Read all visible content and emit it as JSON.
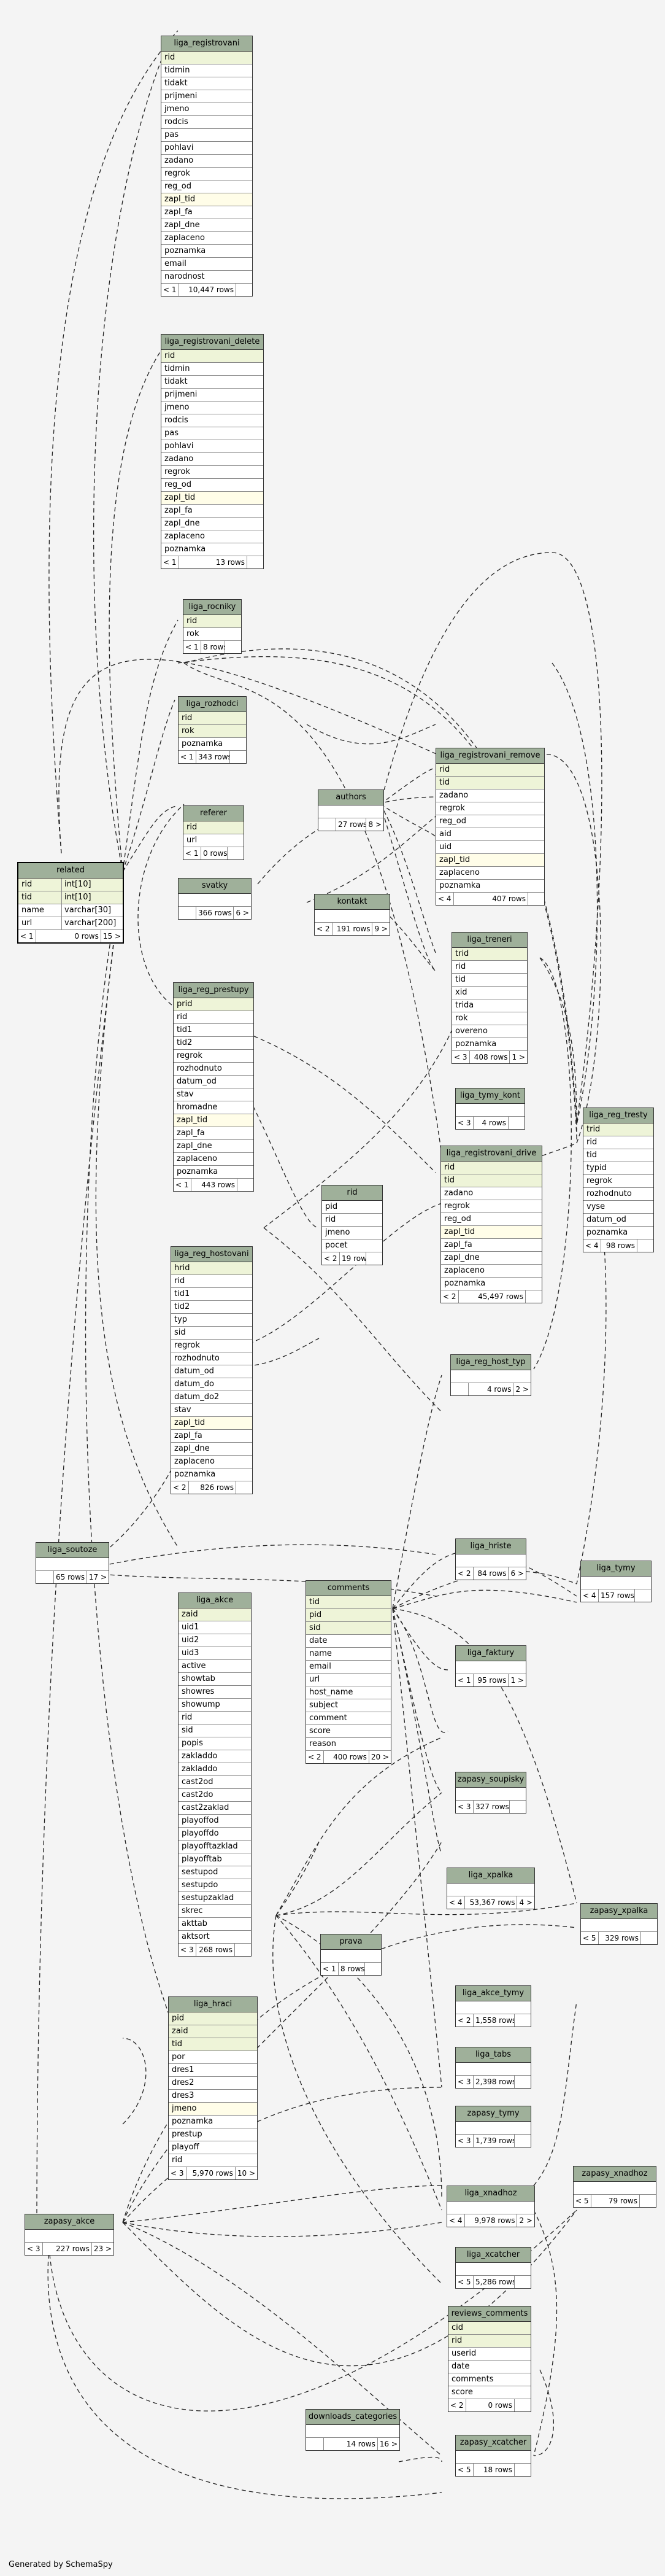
{
  "footer": "Generated by SchemaSpy",
  "tables": [
    {
      "id": "liga_registrovani",
      "name": "liga_registrovani",
      "columns": [
        "rid",
        "tidmin",
        "tidakt",
        "prijmeni",
        "jmeno",
        "rodcis",
        "pas",
        "pohlavi",
        "zadano",
        "regrok",
        "reg_od",
        "zapl_tid",
        "zapl_fa",
        "zapl_dne",
        "zaplaceno",
        "poznamka",
        "email",
        "narodnost"
      ],
      "footer": [
        "< 1",
        "10,447 rows",
        ""
      ]
    },
    {
      "id": "liga_registrovani_delete",
      "name": "liga_registrovani_delete",
      "columns": [
        "rid",
        "tidmin",
        "tidakt",
        "prijmeni",
        "jmeno",
        "rodcis",
        "pas",
        "pohlavi",
        "zadano",
        "regrok",
        "reg_od",
        "zapl_tid",
        "zapl_fa",
        "zapl_dne",
        "zaplaceno",
        "poznamka"
      ],
      "footer": [
        "< 1",
        "13 rows",
        ""
      ]
    },
    {
      "id": "liga_rocniky",
      "name": "liga_rocniky",
      "columns": [
        "rid",
        "rok"
      ],
      "footer": [
        "< 1",
        "8 rows",
        ""
      ]
    },
    {
      "id": "liga_rozhodci",
      "name": "liga_rozhodci",
      "columns": [
        "rid",
        "rok",
        "poznamka"
      ],
      "footer": [
        "< 1",
        "343 rows",
        ""
      ]
    },
    {
      "id": "referer",
      "name": "referer",
      "columns": [
        "rid",
        "url"
      ],
      "footer": [
        "< 1",
        "0 rows",
        ""
      ]
    },
    {
      "id": "related",
      "name": "related",
      "columns": [
        [
          "rid",
          "int[10]"
        ],
        [
          "tid",
          "int[10]"
        ],
        [
          "name",
          "varchar[30]"
        ],
        [
          "url",
          "varchar[200]"
        ]
      ],
      "footer": [
        "< 1",
        "0 rows",
        "15 >"
      ]
    },
    {
      "id": "svatky",
      "name": "svatky",
      "columns": [],
      "footer": [
        "",
        "366 rows",
        "6 >"
      ]
    },
    {
      "id": "authors",
      "name": "authors",
      "columns": [],
      "footer": [
        "",
        "27 rows",
        "8 >"
      ]
    },
    {
      "id": "kontakt",
      "name": "kontakt",
      "columns": [],
      "footer": [
        "< 2",
        "191 rows",
        "9 >"
      ]
    },
    {
      "id": "liga_registrovani_remove",
      "name": "liga_registrovani_remove",
      "columns": [
        "rid",
        "tid",
        "zadano",
        "regrok",
        "reg_od",
        "aid",
        "uid",
        "zapl_tid",
        "zaplaceno",
        "poznamka"
      ],
      "footer": [
        "< 4",
        "407 rows",
        ""
      ]
    },
    {
      "id": "liga_treneri",
      "name": "liga_treneri",
      "columns": [
        "trid",
        "rid",
        "tid",
        "xid",
        "trida",
        "rok",
        "overeno",
        "poznamka"
      ],
      "footer": [
        "< 3",
        "408 rows",
        "1 >"
      ]
    },
    {
      "id": "liga_reg_prestupy",
      "name": "liga_reg_prestupy",
      "columns": [
        "prid",
        "rid",
        "tid1",
        "tid2",
        "regrok",
        "rozhodnuto",
        "datum_od",
        "stav",
        "hromadne",
        "zapl_tid",
        "zapl_fa",
        "zapl_dne",
        "zaplaceno",
        "poznamka"
      ],
      "footer": [
        "< 1",
        "443 rows",
        ""
      ]
    },
    {
      "id": "liga_tymy_kont",
      "name": "liga_tymy_kont",
      "columns": [],
      "footer": [
        "< 3",
        "4 rows",
        ""
      ]
    },
    {
      "id": "liga_reg_tresty",
      "name": "liga_reg_tresty",
      "columns": [
        "trid",
        "rid",
        "tid",
        "typid",
        "regrok",
        "rozhodnuto",
        "vyse",
        "datum_od",
        "poznamka"
      ],
      "footer": [
        "< 4",
        "98 rows",
        ""
      ]
    },
    {
      "id": "liga_registrovani_drive",
      "name": "liga_registrovani_drive",
      "columns": [
        "rid",
        "tid",
        "zadano",
        "regrok",
        "reg_od",
        "zapl_tid",
        "zapl_fa",
        "zapl_dne",
        "zaplaceno",
        "poznamka"
      ],
      "footer": [
        "< 2",
        "45,497 rows",
        ""
      ]
    },
    {
      "id": "rid",
      "name": "rid",
      "columns": [
        "pid",
        "rid",
        "jmeno",
        "pocet"
      ],
      "footer": [
        "< 2",
        "19 rows",
        ""
      ]
    },
    {
      "id": "liga_reg_hostovani",
      "name": "liga_reg_hostovani",
      "columns": [
        "hrid",
        "rid",
        "tid1",
        "tid2",
        "typ",
        "sid",
        "regrok",
        "rozhodnuto",
        "datum_od",
        "datum_do",
        "datum_do2",
        "stav",
        "zapl_tid",
        "zapl_fa",
        "zapl_dne",
        "zaplaceno",
        "poznamka"
      ],
      "footer": [
        "< 2",
        "826 rows",
        ""
      ]
    },
    {
      "id": "liga_reg_host_typ",
      "name": "liga_reg_host_typ",
      "columns": [],
      "footer": [
        "",
        "4 rows",
        "2 >"
      ]
    },
    {
      "id": "liga_soutoze",
      "name": "liga_soutoze",
      "columns": [],
      "footer": [
        "",
        "65 rows",
        "17 >"
      ]
    },
    {
      "id": "liga_hriste",
      "name": "liga_hriste",
      "columns": [],
      "footer": [
        "< 2",
        "84 rows",
        "6 >"
      ]
    },
    {
      "id": "liga_tymy",
      "name": "liga_tymy",
      "columns": [],
      "footer": [
        "< 4",
        "157 rows",
        ""
      ]
    },
    {
      "id": "liga_akce",
      "name": "liga_akce",
      "columns": [
        "zaid",
        "uid1",
        "uid2",
        "uid3",
        "active",
        "showtab",
        "showres",
        "showump",
        "rid",
        "sid",
        "popis",
        "zakladdo",
        "zakladdo",
        "cast2od",
        "cast2do",
        "cast2zaklad",
        "playoffod",
        "playoffdo",
        "playofftazklad",
        "playofftab",
        "sestupod",
        "sestupdo",
        "sestupzaklad",
        "skrec",
        "akttab",
        "aktsort"
      ],
      "footer": [
        "< 3",
        "268 rows",
        ""
      ]
    },
    {
      "id": "comments",
      "name": "comments",
      "columns": [
        "tid",
        "pid",
        "sid",
        "date",
        "name",
        "email",
        "url",
        "host_name",
        "subject",
        "comment",
        "score",
        "reason"
      ],
      "footer": [
        "< 2",
        "400 rows",
        "20 >"
      ]
    },
    {
      "id": "liga_faktury",
      "name": "liga_faktury",
      "columns": [],
      "footer": [
        "< 1",
        "95 rows",
        "1 >"
      ]
    },
    {
      "id": "zapasy_soupisky",
      "name": "zapasy_soupisky",
      "columns": [],
      "footer": [
        "< 3",
        "327 rows",
        ""
      ]
    },
    {
      "id": "liga_xpalka",
      "name": "liga_xpalka",
      "columns": [],
      "footer": [
        "< 4",
        "53,367 rows",
        "4 >"
      ]
    },
    {
      "id": "zapasy_xpalka",
      "name": "zapasy_xpalka",
      "columns": [],
      "footer": [
        "< 5",
        "329 rows",
        ""
      ]
    },
    {
      "id": "prava",
      "name": "prava",
      "columns": [],
      "footer": [
        "< 1",
        "8 rows",
        ""
      ]
    },
    {
      "id": "liga_hraci",
      "name": "liga_hraci",
      "columns": [
        "pid",
        "zaid",
        "tid",
        "por",
        "dres1",
        "dres2",
        "dres3",
        "jmeno",
        "poznamka",
        "prestup",
        "playoff",
        "rid"
      ],
      "footer": [
        "< 3",
        "5,970 rows",
        "10 >"
      ]
    },
    {
      "id": "liga_akce_tymy",
      "name": "liga_akce_tymy",
      "columns": [],
      "footer": [
        "< 2",
        "1,558 rows",
        ""
      ]
    },
    {
      "id": "liga_tabs",
      "name": "liga_tabs",
      "columns": [],
      "footer": [
        "< 3",
        "2,398 rows",
        ""
      ]
    },
    {
      "id": "zapasy_tymy",
      "name": "zapasy_tymy",
      "columns": [],
      "footer": [
        "< 3",
        "1,739 rows",
        ""
      ]
    },
    {
      "id": "zapasy_xnadhoz",
      "name": "zapasy_xnadhoz",
      "columns": [],
      "footer": [
        "< 5",
        "79 rows",
        ""
      ]
    },
    {
      "id": "liga_xnadhoz",
      "name": "liga_xnadhoz",
      "columns": [],
      "footer": [
        "< 4",
        "9,978 rows",
        "2 >"
      ]
    },
    {
      "id": "zapasy_akce",
      "name": "zapasy_akce",
      "columns": [],
      "footer": [
        "< 3",
        "227 rows",
        "23 >"
      ]
    },
    {
      "id": "liga_xcatcher",
      "name": "liga_xcatcher",
      "columns": [],
      "footer": [
        "< 5",
        "5,286 rows",
        ""
      ]
    },
    {
      "id": "reviews_comments",
      "name": "reviews_comments",
      "columns": [
        "cid",
        "rid",
        "userid",
        "date",
        "comments",
        "score"
      ],
      "footer": [
        "< 2",
        "0 rows",
        ""
      ]
    },
    {
      "id": "downloads_categories",
      "name": "downloads_categories",
      "columns": [],
      "footer": [
        "",
        "14 rows",
        "16 >"
      ]
    },
    {
      "id": "zapasy_xcatcher",
      "name": "zapasy_xcatcher",
      "columns": [],
      "footer": [
        "< 5",
        "18 rows",
        ""
      ]
    }
  ]
}
